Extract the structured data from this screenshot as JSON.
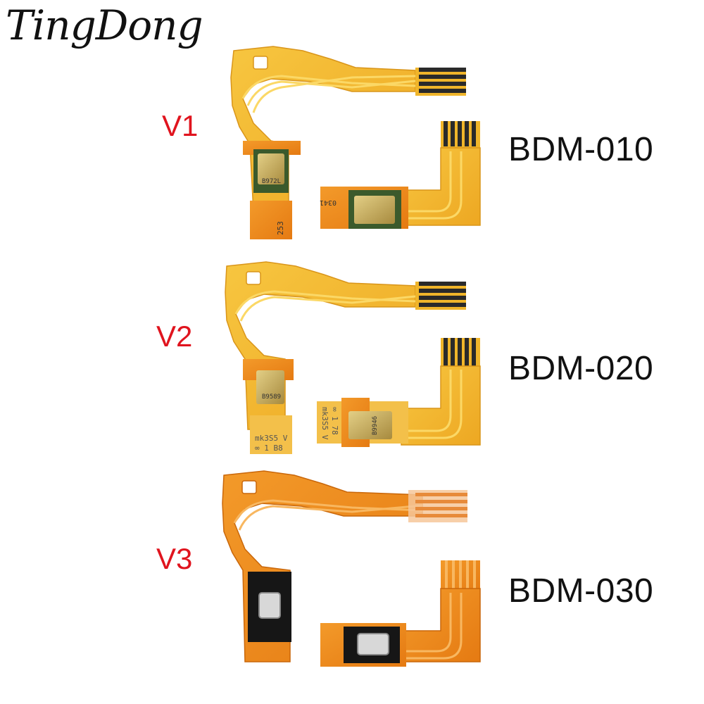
{
  "brand": "TingDong",
  "colors": {
    "version_label": "#e0141e",
    "flex_yellow": "#f0b52a",
    "flex_orange": "#f08a1c",
    "trace": "#fbd866",
    "pads": "#2a2a2a",
    "mic_metal": "#c8a85a"
  },
  "rows": [
    {
      "version": "V1",
      "model": "BDM-010",
      "chip_codes": [
        "B972L",
        "0341",
        "253"
      ]
    },
    {
      "version": "V2",
      "model": "BDM-020",
      "chip_codes": [
        "B9589",
        "B9946",
        "mk3S5 V",
        "∞ 1 B8",
        "mk3S5 V",
        "∞ 1 78"
      ]
    },
    {
      "version": "V3",
      "model": "BDM-030",
      "chip_codes": []
    }
  ]
}
